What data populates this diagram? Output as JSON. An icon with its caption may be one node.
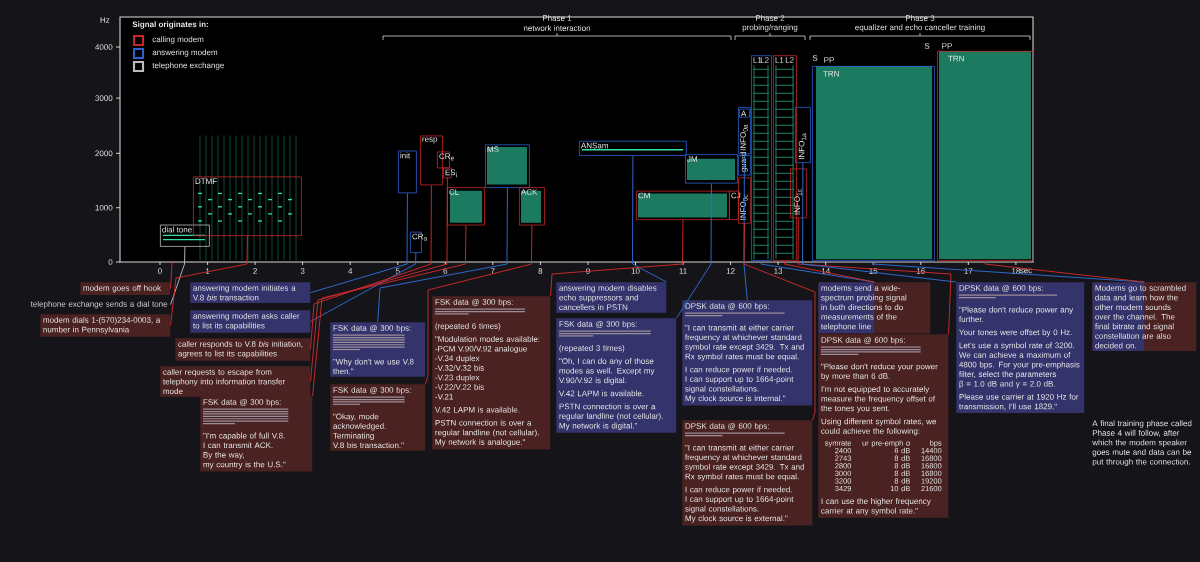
{
  "diagram": {
    "nodes": [
      {
        "text": [
          "dial tone"
        ]
      },
      {
        "text": [
          "DTMF"
        ]
      },
      {
        "text": [
          "init"
        ]
      },
      {
        "text": [
          "CR$_{a}$"
        ]
      },
      {
        "text": [
          "resp"
        ]
      },
      {
        "text": [
          "CR$_{e}$"
        ]
      },
      {
        "text": [
          "ES$_{i}$"
        ]
      },
      {
        "text": [
          "CL"
        ]
      },
      {
        "text": [
          "MS"
        ]
      },
      {
        "text": [
          "ACK"
        ]
      },
      {
        "text": [
          "ANSam"
        ]
      },
      {
        "text": [
          "CM"
        ]
      },
      {
        "text": [
          "JM"
        ]
      },
      {
        "text": [
          "CJ"
        ]
      },
      {
        "text": [
          "INFO$_{0a}$"
        ]
      },
      {
        "text": [
          "A"
        ],
        "in": 14
      },
      {
        "text": [
          "guard"
        ]
      },
      {
        "text": [
          "INFO$_{0c}$"
        ]
      },
      {
        "text": [
          "L1",
          "L2"
        ]
      },
      {
        "text": [
          "L1",
          "L2"
        ]
      },
      {
        "text": [
          "INFO$_{1a}$"
        ]
      },
      {
        "text": [
          "INFO$_{1c}$"
        ]
      },
      {
        "text": [
          "TRN"
        ],
        "beside": [
          "S",
          "PP"
        ]
      },
      {
        "text": [
          "TRN"
        ],
        "beside": [
          "S",
          "PP"
        ]
      },
      {
        "text": [
          "modem goes off hook"
        ]
      },
      {
        "text": [
          "telephone exchange sends a dial tone"
        ]
      },
      {
        "text": [
          "modem dials 1-(570)234-0003, a number in Pennsylvania"
        ]
      },
      {
        "text": [
          "answering modem initiates a V.8 *bis* transaction"
        ]
      },
      {
        "text": [
          "answering modem asks caller to list its capabilities"
        ]
      },
      {
        "text": [
          "caller responds to V.8 *bis* initiation, agrees to list its capabilities"
        ]
      },
      {
        "text": [
          "caller requests to escape from telephony into information transfer mode"
        ]
      },
      {
        "text": [
          "FSK data @ 300 bps:",
          "\"I'm capable of full V.8.",
          "I can transmit ACK.",
          "By the way,",
          "my country is the U.S.\""
        ]
      },
      {
        "text": [
          "FSK data @ 300 bps:",
          "\"Why don't we use V.8 then.\""
        ]
      },
      {
        "text": [
          "FSK data @ 300 bps:",
          "\"Okay, mode",
          "acknowledged.",
          "Terminating",
          "V.8 bis transaction.\""
        ]
      },
      {
        "text": [
          "answering modem disables echo suppressors and cancellers in PSTN"
        ]
      },
      {
        "text": [
          "FSK data @ 300 bps:",
          "(repeated 6 times)",
          "\"Modulation modes available:",
          "-PCM V.90/V.92 analogue",
          "-V.34 duplex",
          "-V.32/V.32 bis",
          "-V.23 duplex",
          "-V.22/V.22 bis",
          "-V.21",
          "V.42 LAPM is available.",
          "PSTN connection is over a regular landline (not cellular).",
          "My network is analogue.\""
        ]
      },
      {
        "text": [
          "FSK data @ 300 bps:",
          "(repeated 3 times)",
          "\"Oh, I can do any of those modes as well. Except my V.90/V.92 is digital.",
          "V.42 LAPM is available.",
          "PSTN connection is over a regular landline (not cellular).",
          "My network is digital.\""
        ]
      },
      {
        "text": [
          "DPSK data @ 600 bps:",
          "\"I can transmit at either carrier frequency at whichever standard symbol rate except 3429. Tx and Rx symbol rates must be equal.",
          "I can reduce power if needed.",
          "I can support up to 1664-point signal constellations.",
          "My clock source is internal.\""
        ]
      },
      {
        "text": [
          "DPSK data @ 600 bps:",
          "\"I can transmit at either carrier frequency at whichever standard symbol rate except 3429. Tx and Rx symbol rates must be equal.",
          "I can reduce power if needed.",
          "I can support up to 1664-point signal constellations.",
          "My clock source is external.\""
        ]
      },
      {
        "text": [
          "modems send a wide-spectrum probing signal in both directions to do measurements of the telephone line"
        ]
      },
      {
        "text": [
          "DPSK data @ 600 bps:",
          "\"Please don't reduce your power by more than 6 dB.",
          "I'm not equipped to accurately measure the frequency offset of the tones you sent.",
          "Using different symbol rates, we could achieve the following:",
          "symrate",
          "ur pre-emph α",
          "bps",
          "2400",
          "6 dB",
          "14400",
          "2743",
          "8 dB",
          "16800",
          "2800",
          "8 dB",
          "16800",
          "3000",
          "8 dB",
          "16800",
          "3200",
          "8 dB",
          "19200",
          "3429",
          "10 dB",
          "21600",
          "I can use the higher frequency carrier at any symbol rate.\""
        ]
      },
      {
        "text": [
          "DPSK data @ 600 bps:",
          "\"Please don't reduce power any further.",
          "Your tones were offset by 0 Hz.",
          "Let's use a symbol rate of 3200. We can achieve a maximum of 4800 bps. For your pre-emphasis filter, select the parameters",
          "β = 1.0 dB and γ = 2.0 dB.",
          "Please use carrier at 1920 Hz for transmission, I'll use 1829.\""
        ]
      },
      {
        "text": [
          "Modems go to scrambled data and learn how the other modem sounds over the channel. The final bitrate and signal constellation are also decided on."
        ]
      }
    ],
    "edges": [
      {
        "from": 24,
        "to": null,
        "arrow": "none"
      },
      {
        "from": 25,
        "to": 0,
        "arrow": "none",
        "color": "#bbbbbb"
      },
      {
        "from": 26,
        "to": 1,
        "arrow": "none"
      },
      {
        "from": 27,
        "to": 2,
        "arrow": "none",
        "color": "#2f6fd6"
      },
      {
        "from": 28,
        "to": 3,
        "arrow": "none",
        "color": "#2f6fd6"
      },
      {
        "from": 29,
        "to": 4,
        "arrow": "none"
      },
      {
        "from": 30,
        "to": 6,
        "arrow": "none"
      },
      {
        "from": 31,
        "to": 7,
        "arrow": "none"
      },
      {
        "from": 32,
        "to": 8,
        "arrow": "none",
        "color": "#2f6fd6"
      },
      {
        "from": 33,
        "to": 9,
        "arrow": "none"
      },
      {
        "from": 34,
        "to": 10,
        "arrow": "none",
        "color": "#2f6fd6"
      },
      {
        "from": 35,
        "to": 11,
        "arrow": "none"
      },
      {
        "from": 36,
        "to": 12,
        "arrow": "none",
        "color": "#2f6fd6"
      },
      {
        "from": 37,
        "to": 14,
        "arrow": "none",
        "color": "#2f6fd6"
      },
      {
        "from": 38,
        "to": 17,
        "arrow": "none"
      },
      {
        "from": 39,
        "to": 18,
        "arrow": "none",
        "color": "#2f6fd6"
      },
      {
        "from": 39,
        "to": 19,
        "arrow": "none"
      },
      {
        "from": 40,
        "to": 21,
        "arrow": "none"
      },
      {
        "from": 41,
        "to": 20,
        "arrow": "none",
        "color": "#2f6fd6"
      },
      {
        "from": 42,
        "to": 22,
        "arrow": "none",
        "color": "#2f6fd6"
      },
      {
        "from": 42,
        "to": 23,
        "arrow": "none"
      }
    ],
    "labels": [
      "Hz",
      "4000",
      "3000",
      "2000",
      "1000",
      "0",
      "Signal originates in:",
      "Phase 1",
      "network interaction",
      "Phase 2",
      "probing/ranging",
      "Phase 3",
      "equalizer and echo canceller training",
      "0",
      "1",
      "2",
      "3",
      "4",
      "5",
      "6",
      "7",
      "8",
      "9",
      "10",
      "11",
      "12",
      "13",
      "14",
      "15",
      "16",
      "17",
      "18",
      "sec",
      "A final training phase called Phase 4 will follow, after which the modem speaker goes mute and data can be put through the connection."
    ],
    "legend": [
      {
        "text": "calling modem",
        "color": "#c62828"
      },
      {
        "text": "answering modem",
        "color": "#2a5fd0"
      },
      {
        "text": "telephone exchange",
        "color": "#bbbbbb"
      }
    ]
  }
}
